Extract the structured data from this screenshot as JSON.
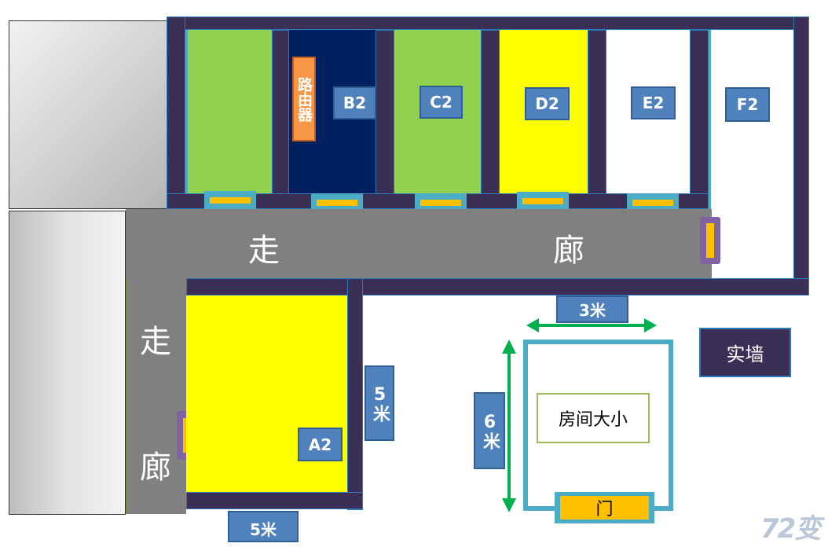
{
  "rooms": {
    "b2": "B2",
    "c2": "C2",
    "d2": "D2",
    "e2": "E2",
    "f2": "F2",
    "a2": "A2"
  },
  "router": "路由器",
  "corridor": {
    "h_left": "走",
    "h_right": "廊",
    "v_top": "走",
    "v_bottom": "廊"
  },
  "dims": {
    "five_m_v": "5米",
    "five_m_h": "5米",
    "three_m": "3米",
    "six_m": "6米"
  },
  "legend": {
    "solid_wall": "实墙",
    "room_size": "房间大小",
    "door": "门"
  },
  "watermark": "72变",
  "colors": {
    "green": "#92d050",
    "navy": "#002060",
    "yellow": "#ffff00",
    "wall": "#3b2f55",
    "teal": "#4bacc6",
    "blue_label": "#4f81bd",
    "orange": "#ffc000",
    "router": "#f79646"
  }
}
